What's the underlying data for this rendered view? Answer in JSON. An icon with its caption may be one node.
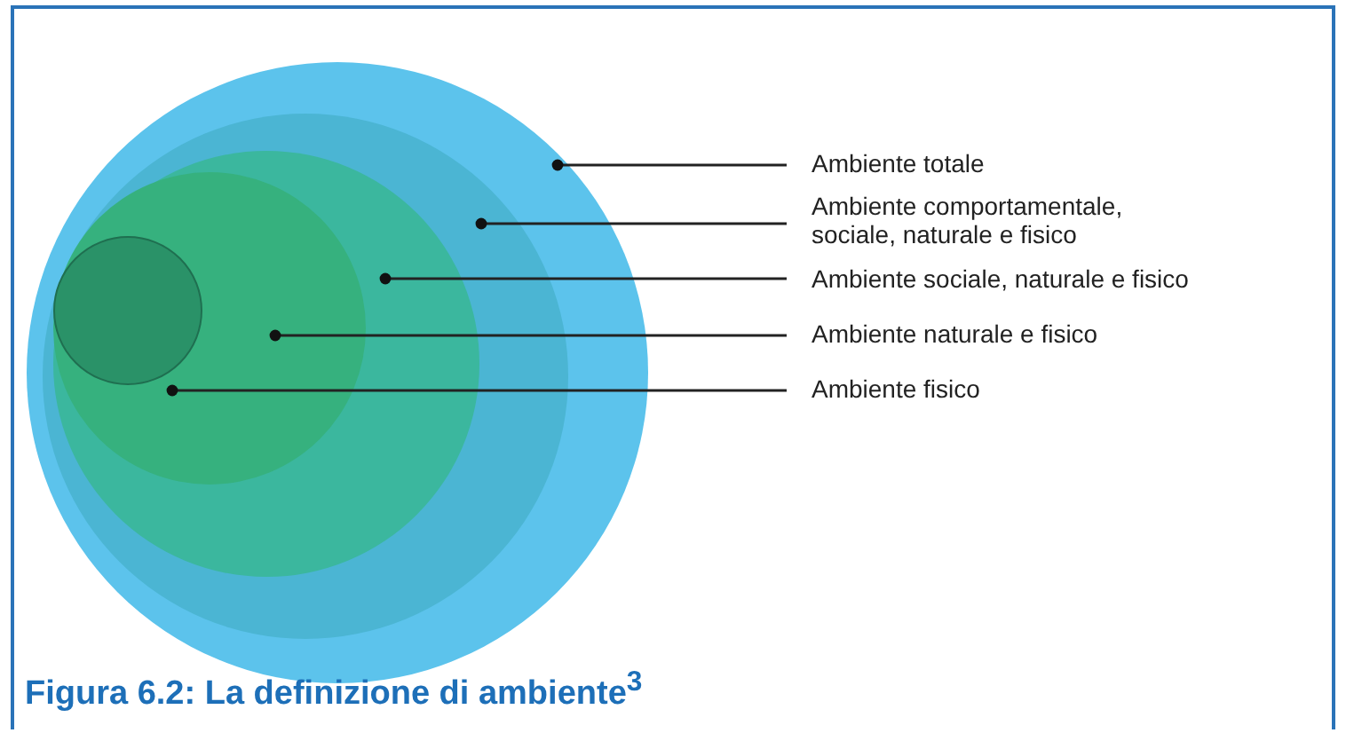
{
  "diagram": {
    "caption": "Figura 6.2: La definizione di ambiente$^{3}$",
    "nodes": [
      {
        "text": [],
        "shape": "circle"
      },
      {
        "text": [],
        "shape": "circle",
        "in": 0
      },
      {
        "text": [],
        "shape": "circle",
        "in": 1
      },
      {
        "text": [],
        "shape": "circle",
        "in": 2
      },
      {
        "text": [],
        "shape": "circle",
        "in": 3
      },
      {
        "text": [
          "Ambiente totale"
        ]
      },
      {
        "text": [
          "Ambiente comportamentale, sociale, naturale e fisico"
        ]
      },
      {
        "text": [
          "Ambiente sociale, naturale e fisico"
        ]
      },
      {
        "text": [
          "Ambiente naturale e fisico"
        ]
      },
      {
        "text": [
          "Ambiente fisico"
        ]
      }
    ],
    "edges": [
      {
        "from": 5,
        "to": 0,
        "arrow": "other"
      },
      {
        "from": 6,
        "to": 1,
        "arrow": "other"
      },
      {
        "from": 7,
        "to": 2,
        "arrow": "other"
      },
      {
        "from": 8,
        "to": 3,
        "arrow": "other"
      },
      {
        "from": 9,
        "to": 4,
        "arrow": "other"
      }
    ]
  }
}
